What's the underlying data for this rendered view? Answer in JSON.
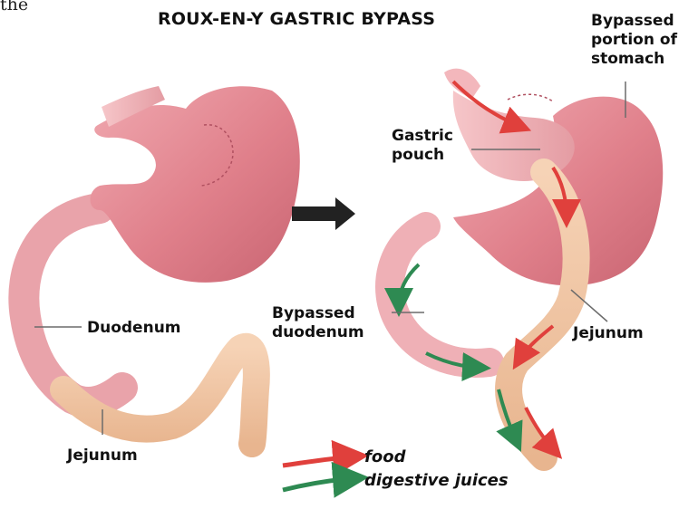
{
  "title": "ROUX-EN-Y GASTRIC BYPASS",
  "top_fragment": "the",
  "left_labels": {
    "duodenum": "Duodenum",
    "jejunum": "Jejunum"
  },
  "right_labels": {
    "bypassed_stomach": "Bypassed\nportion of\nstomach",
    "gastric_pouch": "Gastric\npouch",
    "bypassed_duodenum": "Bypassed\nduodenum",
    "jejunum": "Jejunum"
  },
  "legend": {
    "food": "food",
    "digestive_juices": "digestive juices"
  },
  "colors": {
    "stomach": "#e2868f",
    "stomach_light": "#f3bcc0",
    "intestine": "#f0c8a6",
    "food_arrow": "#e0403c",
    "juice_arrow": "#2e8a52",
    "transition_arrow": "#222222"
  }
}
